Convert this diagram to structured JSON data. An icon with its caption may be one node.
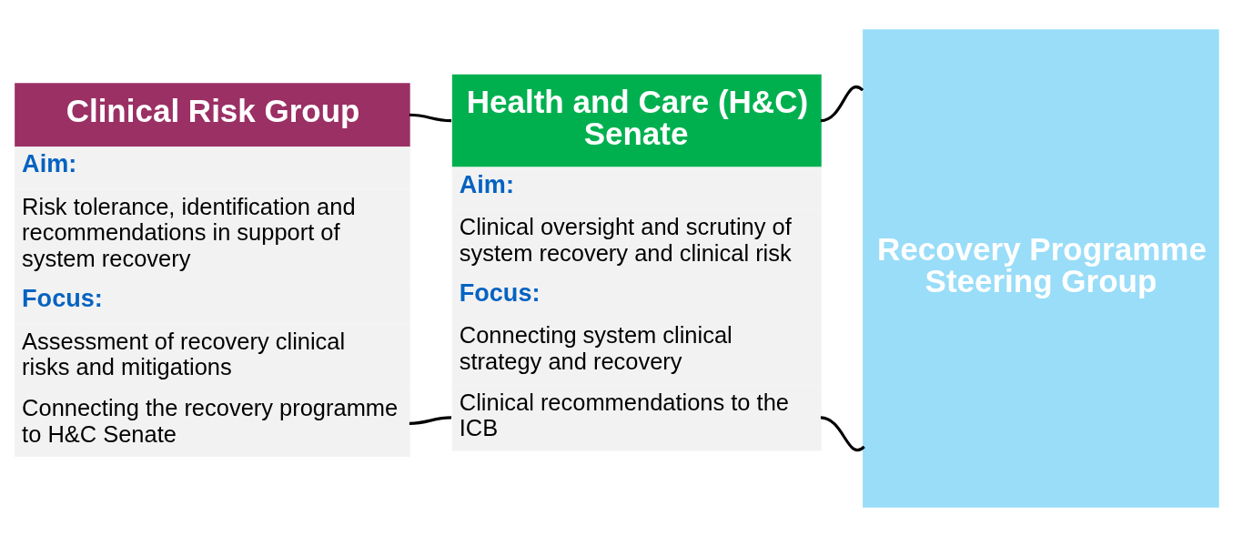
{
  "diagram": {
    "nodes": [
      {
        "text": [
          "Clinical Risk Group",
          "Aim:",
          "Risk tolerance, identification and recommendations in support of system recovery",
          "Focus:",
          "Assessment of recovery clinical risks and mitigations",
          "Connecting the recovery programme to H&C Senate"
        ]
      },
      {
        "text": [
          "Health and Care (H&C) Senate",
          "Aim:",
          "Clinical oversight and scrutiny of system recovery and clinical risk",
          "Focus:",
          "Connecting system clinical strategy and recovery",
          "Clinical recommendations to the ICB"
        ]
      },
      {
        "text": [
          "Recovery Programme Steering Group"
        ]
      }
    ],
    "edges": [
      {
        "from": 0,
        "to": 1,
        "arrow": "none"
      },
      {
        "from": 0,
        "to": 1,
        "arrow": "none"
      },
      {
        "from": 1,
        "to": 2,
        "arrow": "none"
      },
      {
        "from": 1,
        "to": 2,
        "arrow": "none"
      }
    ]
  }
}
